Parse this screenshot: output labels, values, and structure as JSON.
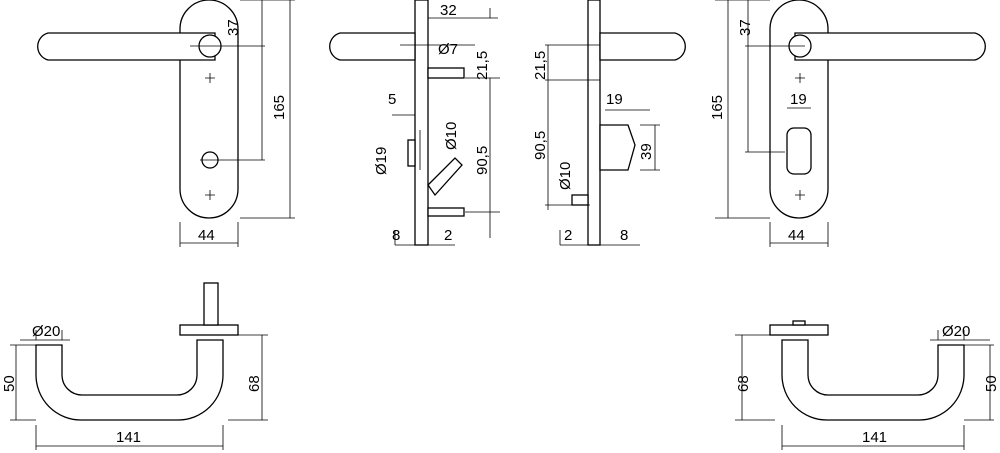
{
  "front_left": {
    "d37": "37",
    "d165": "165",
    "d44": "44"
  },
  "side_left": {
    "d32": "32",
    "dia7": "Ø7",
    "d21_5": "21,5",
    "d5": "5",
    "dia19": "Ø19",
    "dia10": "Ø10",
    "d90_5": "90,5",
    "d8": "8",
    "d2": "2"
  },
  "side_right": {
    "d21_5": "21,5",
    "d19": "19",
    "d90_5": "90,5",
    "d39": "39",
    "dia10": "Ø10",
    "d2": "2",
    "d8": "8"
  },
  "front_right": {
    "d37": "37",
    "d19": "19",
    "d165": "165",
    "d44": "44"
  },
  "top_left": {
    "dia20": "Ø20",
    "d50": "50",
    "d141": "141",
    "d68": "68"
  },
  "top_right": {
    "dia20": "Ø20",
    "d68": "68",
    "d50": "50",
    "d141": "141"
  }
}
